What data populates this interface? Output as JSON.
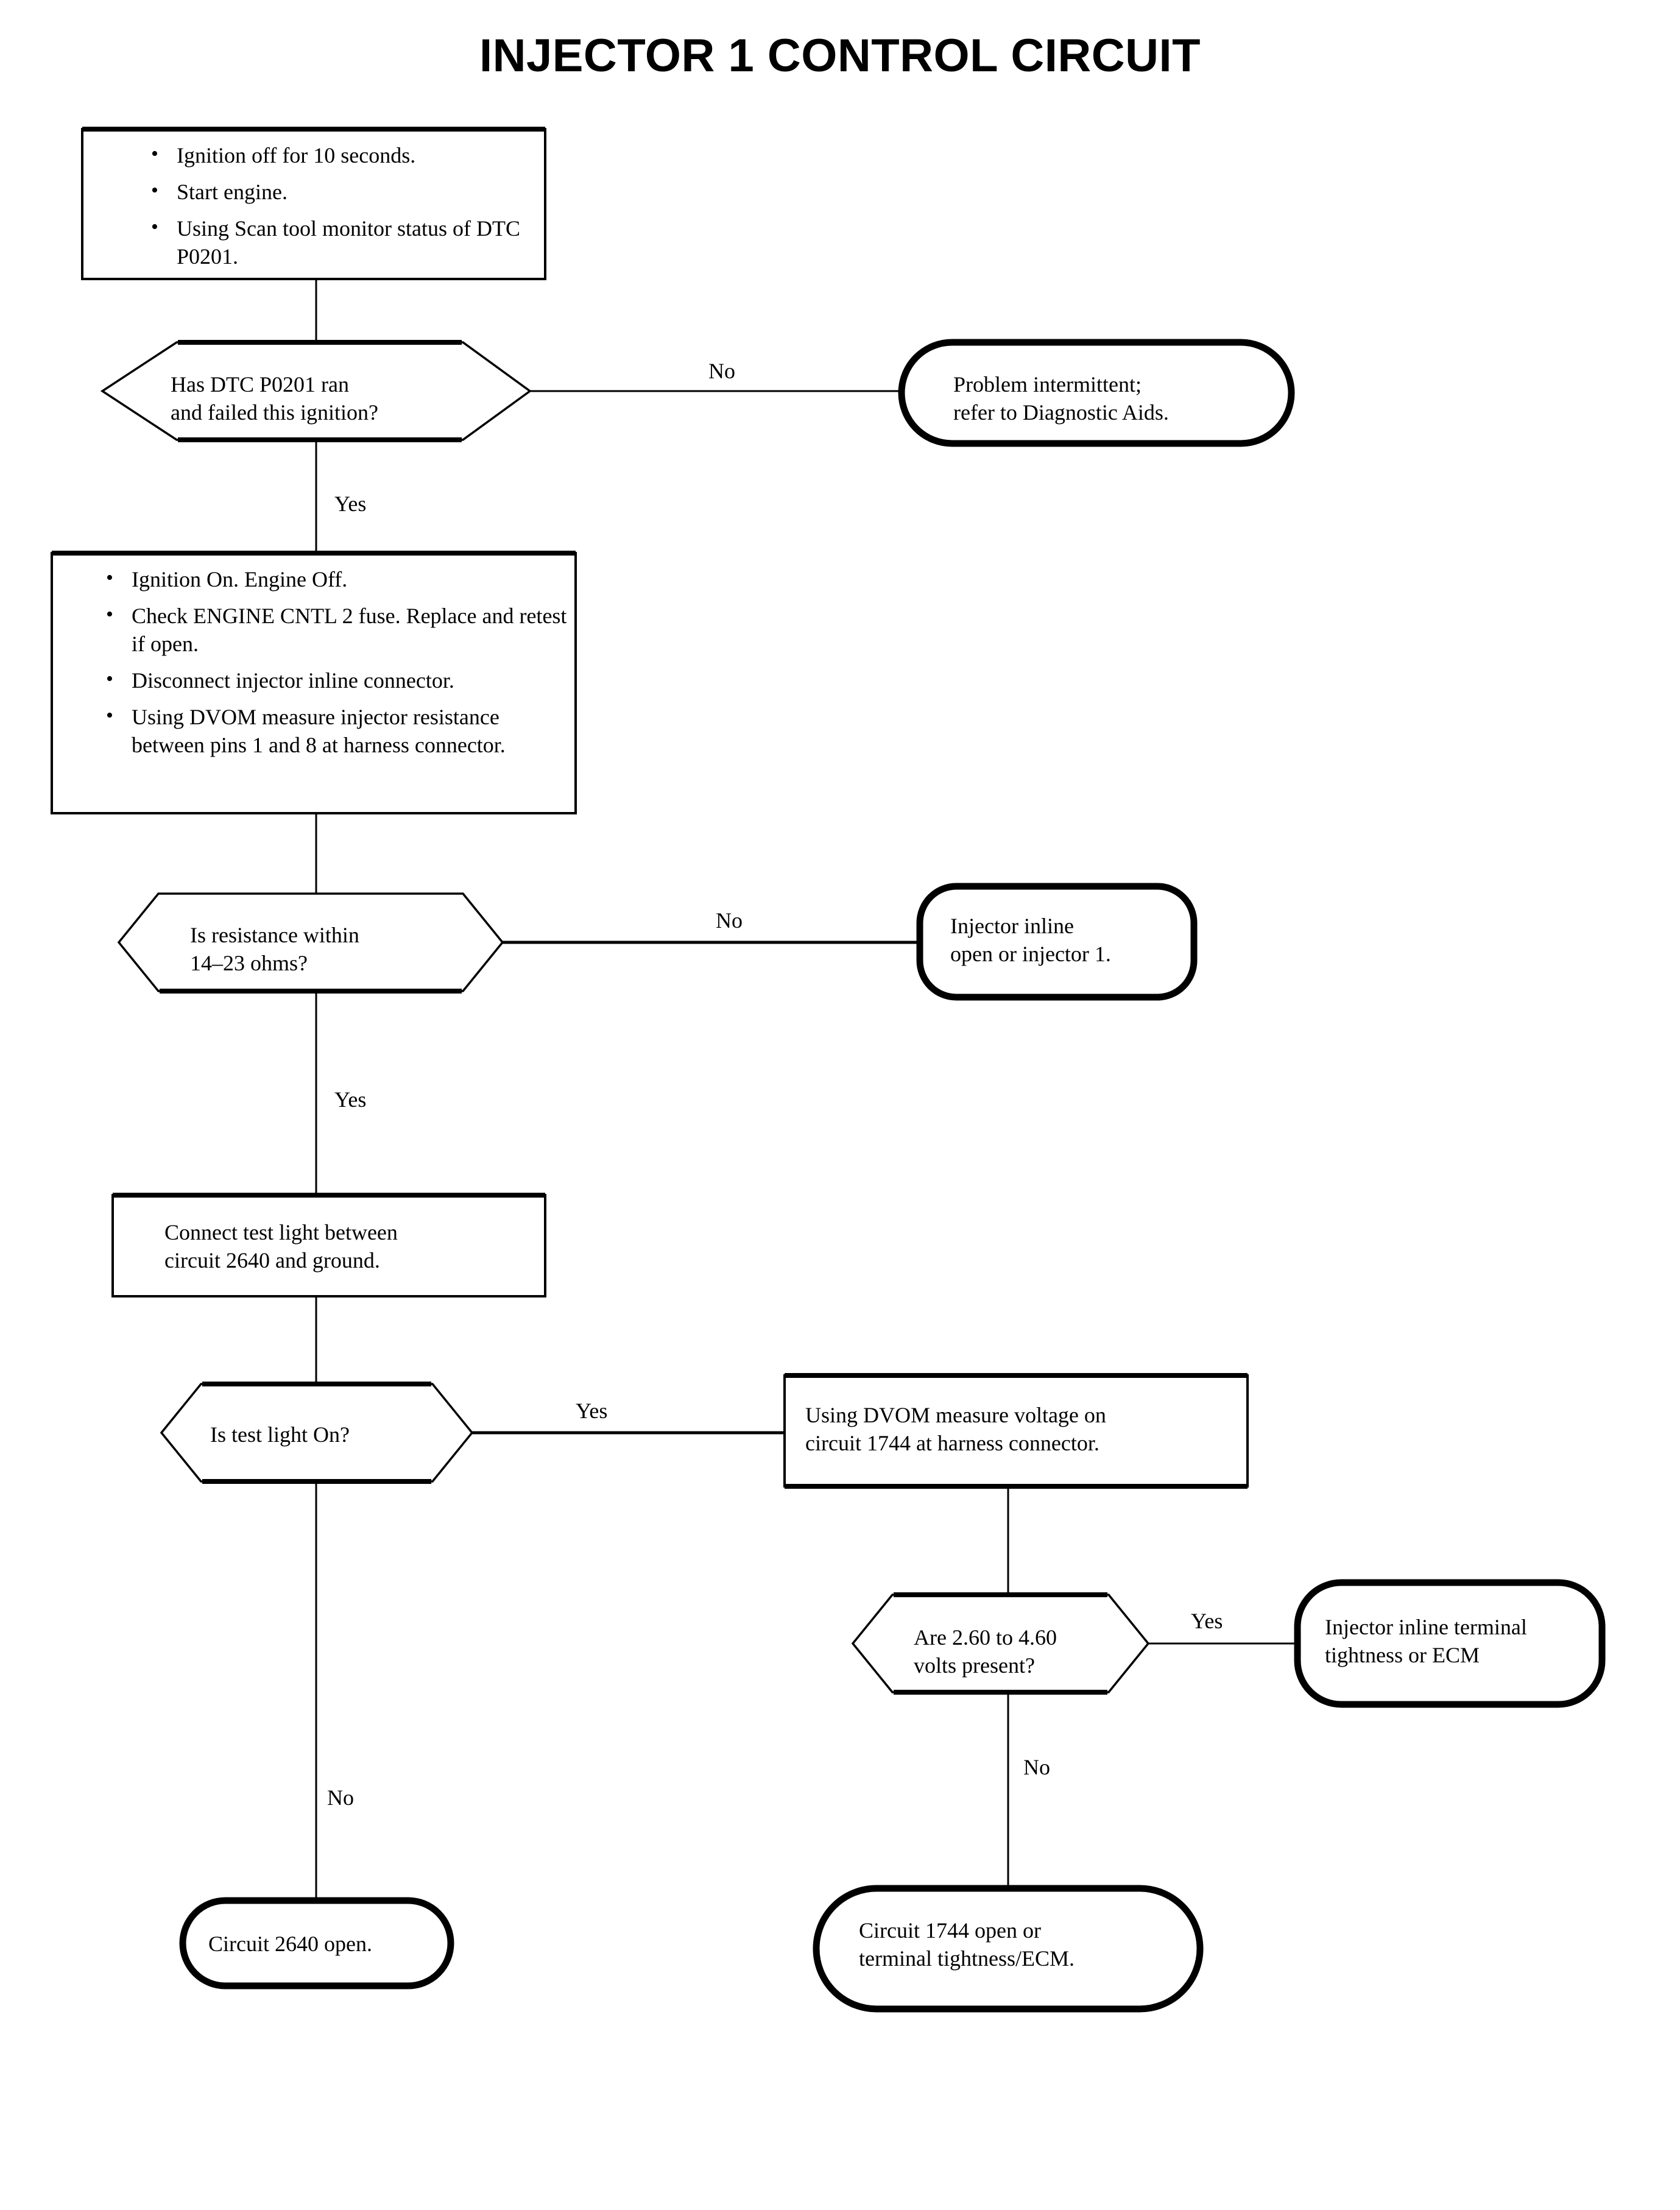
{
  "title": "INJECTOR 1 CONTROL CIRCUIT",
  "colors": {
    "ink": "#000000",
    "paper": "#ffffff"
  },
  "nodes": {
    "step1": {
      "type": "process",
      "bullets": [
        "Ignition off for 10 seconds.",
        "Start engine.",
        "Using Scan tool monitor\nstatus of DTC P0201."
      ]
    },
    "decision1": {
      "type": "decision",
      "text": "Has DTC P0201 ran\nand failed this ignition?"
    },
    "terminal1": {
      "type": "terminal",
      "text": "Problem intermittent;\nrefer to Diagnostic Aids."
    },
    "step2": {
      "type": "process",
      "bullets": [
        "Ignition On. Engine Off.",
        "Check ENGINE CNTL 2 fuse.\nReplace and retest if open.",
        "Disconnect injector inline connector.",
        "Using DVOM measure injector\nresistance between pins 1 and 8 at\nharness connector."
      ]
    },
    "decision2": {
      "type": "decision",
      "text": "Is resistance within\n14–23 ohms?"
    },
    "terminal2": {
      "type": "terminal",
      "text": "Injector inline\nopen or injector 1."
    },
    "step3": {
      "type": "process",
      "text": "Connect test light between\ncircuit 2640 and ground."
    },
    "decision3": {
      "type": "decision",
      "text": "Is test light On?"
    },
    "step4": {
      "type": "process",
      "text": "Using DVOM measure voltage on\ncircuit 1744 at harness connector."
    },
    "decision4": {
      "type": "decision",
      "text": "Are 2.60 to 4.60\nvolts present?"
    },
    "terminal3": {
      "type": "terminal",
      "text": "Injector inline terminal\ntightness or ECM"
    },
    "terminal4": {
      "type": "terminal",
      "text": "Circuit 2640 open."
    },
    "terminal5": {
      "type": "terminal",
      "text": "Circuit 1744 open or\nterminal tightness/ECM."
    }
  },
  "edges": {
    "d1_no": "No",
    "d1_yes": "Yes",
    "d2_no": "No",
    "d2_yes": "Yes",
    "d3_yes": "Yes",
    "d3_no": "No",
    "d4_yes": "Yes",
    "d4_no": "No"
  }
}
